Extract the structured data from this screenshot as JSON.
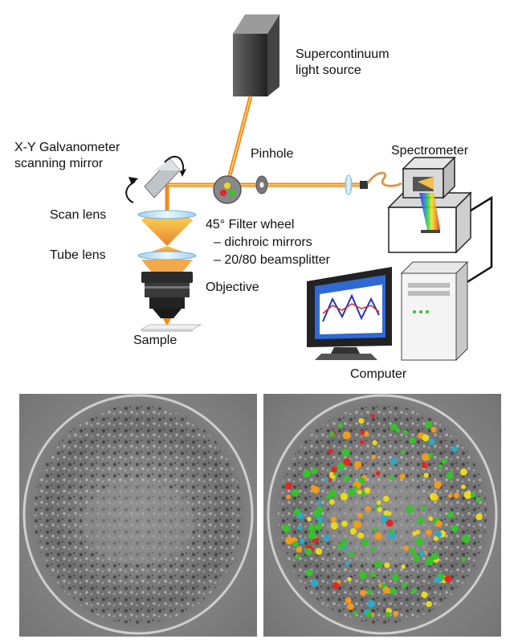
{
  "labels": {
    "source_line1": "Supercontinuum",
    "source_line2": "light source",
    "galvo_line1": "X-Y Galvanometer",
    "galvo_line2": "scanning mirror",
    "pinhole": "Pinhole",
    "spectrometer": "Spectrometer",
    "scan_lens": "Scan lens",
    "tube_lens": "Tube lens",
    "filter_line1": "45° Filter wheel",
    "filter_line2": "– dichroic mirrors",
    "filter_line3": "– 20/80 beamsplitter",
    "objective": "Objective",
    "sample": "Sample",
    "computer": "Computer"
  },
  "colors": {
    "beam": "#f08a1c",
    "beam_core": "#ffd27a",
    "spot_red": "#e3261f",
    "spot_orange": "#f39a1a",
    "spot_yellow": "#e9d81c",
    "spot_green": "#36c22a",
    "spot_cyan": "#2aa9c9"
  }
}
